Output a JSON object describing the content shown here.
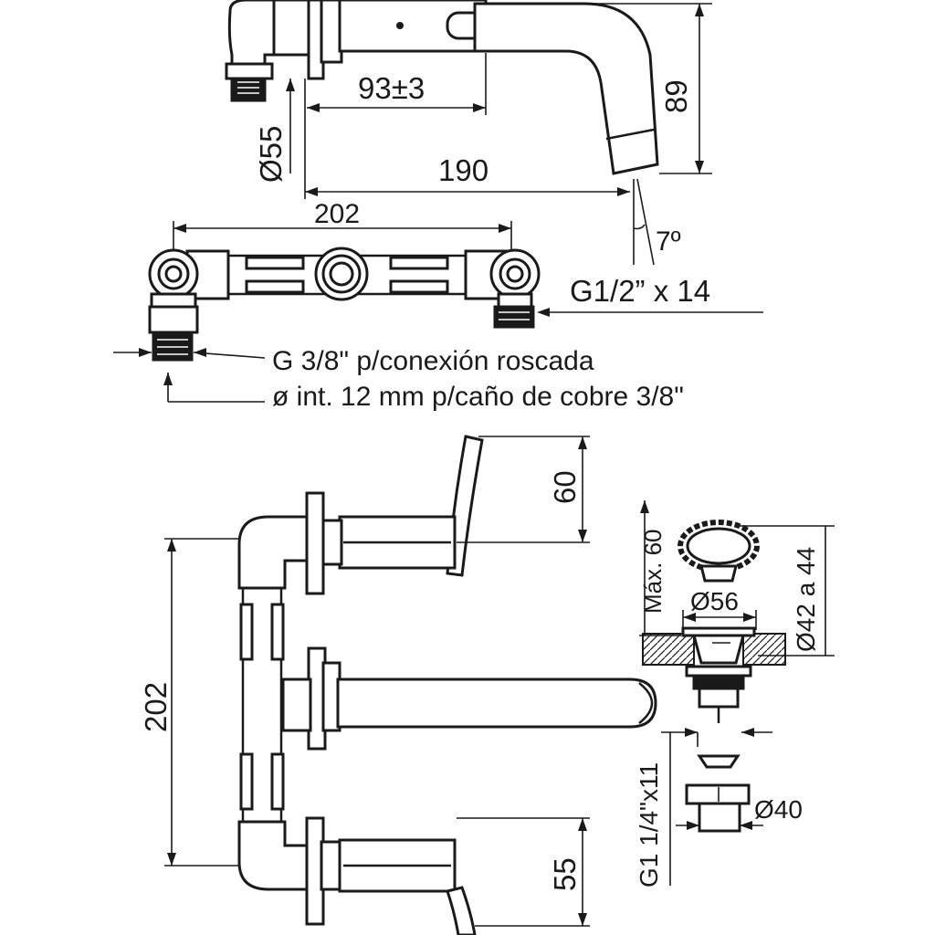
{
  "labels": {
    "d_93": "93±3",
    "d_55dia": "Ø55",
    "d_89": "89",
    "d_190": "190",
    "d_202_top": "202",
    "d_7deg": "7º",
    "d_g12": "G1/2” x 14",
    "note_g38": "G 3/8\" p/conexión roscada",
    "note_int12": "ø int. 12 mm p/caño de cobre 3/8\"",
    "d_60": "60",
    "d_202_side": "202",
    "d_55": "55",
    "d_max60": "Máx. 60",
    "d_56": "Ø56",
    "d_42a44": "Ø42 a 44",
    "d_g114": "G1 1/4\"x11",
    "d_40": "Ø40"
  },
  "colors": {
    "line": "#1a1a1a",
    "background": "#ffffff"
  }
}
